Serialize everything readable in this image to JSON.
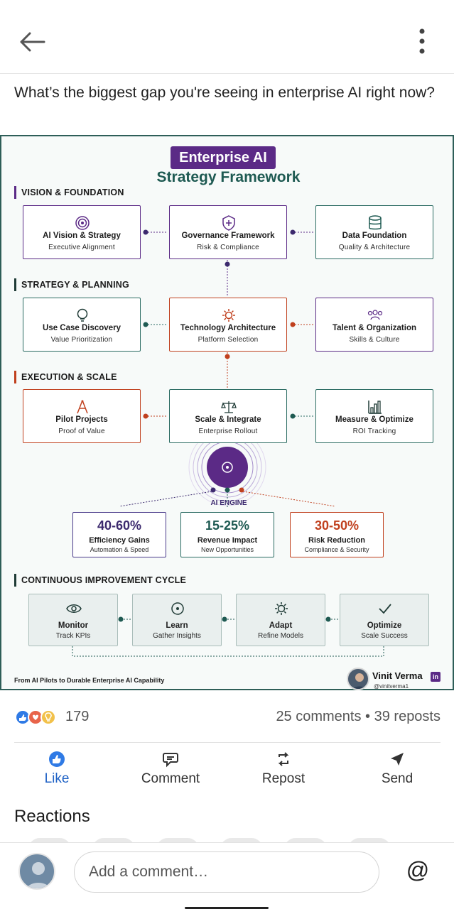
{
  "post": {
    "text": "What’s the biggest gap you're seeing in enterprise AI right now?"
  },
  "infographic": {
    "title_pill": "Enterprise AI",
    "subtitle": "Strategy Framework",
    "sections": [
      {
        "label": "VISION & FOUNDATION",
        "color": "#5b2a86"
      },
      {
        "label": "STRATEGY & PLANNING",
        "color": "#1f3b36"
      },
      {
        "label": "EXECUTION & SCALE",
        "color": "#c0401e"
      },
      {
        "label": "CONTINUOUS IMPROVEMENT CYCLE",
        "color": "#1f3b36"
      }
    ],
    "vision_cards": [
      {
        "title": "AI Vision & Strategy",
        "subtitle": "Executive Alignment",
        "icon": "target-icon"
      },
      {
        "title": "Governance Framework",
        "subtitle": "Risk & Compliance",
        "icon": "shield-plus-icon"
      },
      {
        "title": "Data Foundation",
        "subtitle": "Quality & Architecture",
        "icon": "database-icon"
      }
    ],
    "strategy_cards": [
      {
        "title": "Use Case Discovery",
        "subtitle": "Value Prioritization",
        "icon": "lightbulb-icon"
      },
      {
        "title": "Technology Architecture",
        "subtitle": "Platform Selection",
        "icon": "cog-icon"
      },
      {
        "title": "Talent & Organization",
        "subtitle": "Skills & Culture",
        "icon": "people-icon"
      }
    ],
    "execution_cards": [
      {
        "title": "Pilot Projects",
        "subtitle": "Proof of Value",
        "icon": "compass-icon"
      },
      {
        "title": "Scale & Integrate",
        "subtitle": "Enterprise Rollout",
        "icon": "scale-icon"
      },
      {
        "title": "Measure & Optimize",
        "subtitle": "ROI Tracking",
        "icon": "bar-chart-icon"
      }
    ],
    "engine_label": "AI ENGINE",
    "stats": [
      {
        "value": "40-60%",
        "label": "Efficiency Gains",
        "subtitle": "Automation & Speed",
        "color": "#3c2a6e"
      },
      {
        "value": "15-25%",
        "label": "Revenue Impact",
        "subtitle": "New Opportunities",
        "color": "#1e5a52"
      },
      {
        "value": "30-50%",
        "label": "Risk Reduction",
        "subtitle": "Compliance & Security",
        "color": "#c0401e"
      }
    ],
    "cycle": [
      {
        "title": "Monitor",
        "subtitle": "Track KPIs",
        "icon": "eye-icon"
      },
      {
        "title": "Learn",
        "subtitle": "Gather Insights",
        "icon": "target-dot-icon"
      },
      {
        "title": "Adapt",
        "subtitle": "Refine Models",
        "icon": "gear-icon"
      },
      {
        "title": "Optimize",
        "subtitle": "Scale Success",
        "icon": "check-icon"
      }
    ],
    "footer": "From AI Pilots to Durable Enterprise AI Capability",
    "author": {
      "name": "Vinit Verma",
      "handle": "@vinitverma1",
      "badge": "in"
    }
  },
  "social": {
    "reaction_count": "179",
    "meta": "25 comments • 39 reposts"
  },
  "actions": [
    {
      "label": "Like",
      "icon": "thumbs-up-icon"
    },
    {
      "label": "Comment",
      "icon": "comment-icon"
    },
    {
      "label": "Repost",
      "icon": "repost-icon"
    },
    {
      "label": "Send",
      "icon": "send-icon"
    }
  ],
  "reactions_heading": "Reactions",
  "comment": {
    "placeholder": "Add a comment…",
    "mention_symbol": "@"
  }
}
